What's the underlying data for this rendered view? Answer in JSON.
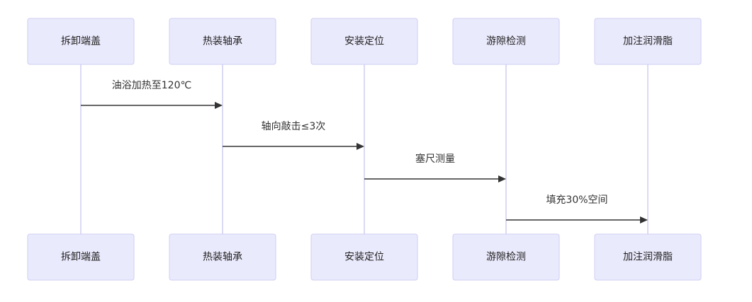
{
  "actors": [
    {
      "id": "a1",
      "label": "拆卸端盖"
    },
    {
      "id": "a2",
      "label": "热装轴承"
    },
    {
      "id": "a3",
      "label": "安装定位"
    },
    {
      "id": "a4",
      "label": "游隙检测"
    },
    {
      "id": "a5",
      "label": "加注润滑脂"
    }
  ],
  "messages": [
    {
      "from": 0,
      "to": 1,
      "label": "油浴加热至120℃"
    },
    {
      "from": 1,
      "to": 2,
      "label": "轴向敲击≤3次"
    },
    {
      "from": 2,
      "to": 3,
      "label": "塞尺测量"
    },
    {
      "from": 3,
      "to": 4,
      "label": "填充30%空间"
    }
  ],
  "colors": {
    "actor_fill": "#eaeafd",
    "actor_border": "#cfcdf2",
    "lifeline": "#cfcdf2",
    "arrow": "#333333",
    "text": "#222222"
  }
}
